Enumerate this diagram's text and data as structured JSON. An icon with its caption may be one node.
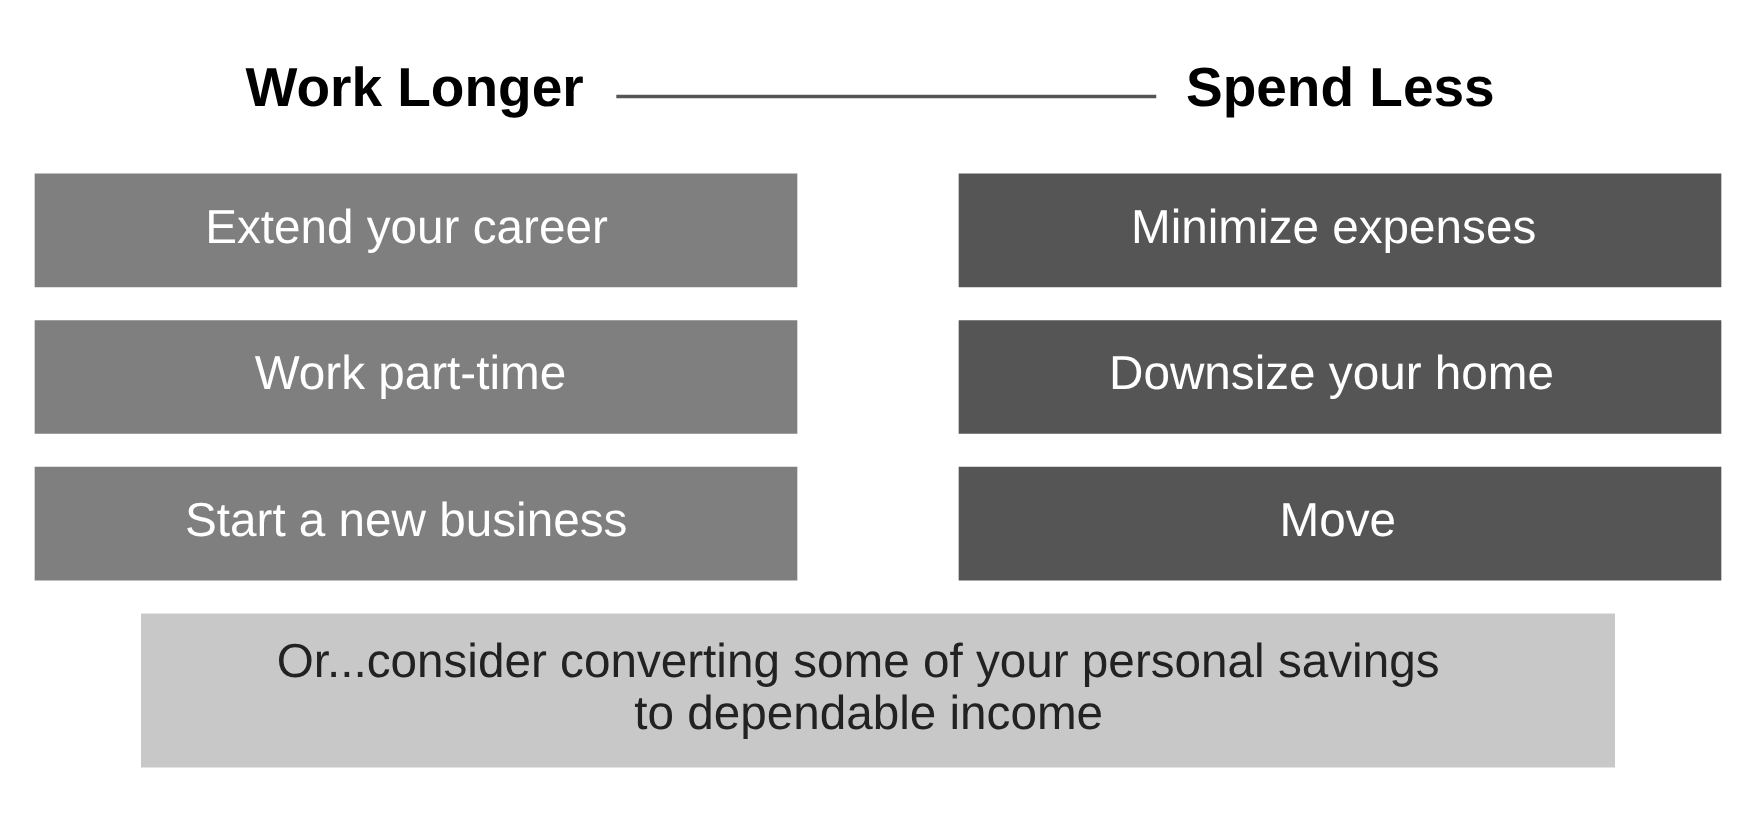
{
  "diagram": {
    "nodes": [
      {
        "text": [
          "Work Longer"
        ]
      },
      {
        "text": [
          "Extend your career"
        ]
      },
      {
        "text": [
          "Work part-time"
        ]
      },
      {
        "text": [
          "Start a new business"
        ]
      },
      {
        "text": [
          "Spend Less"
        ]
      },
      {
        "text": [
          "Minimize expenses"
        ]
      },
      {
        "text": [
          "Downsize your home"
        ]
      },
      {
        "text": [
          "Move"
        ]
      },
      {
        "text": [
          "Or...consider converting some of your personal savings to dependable income"
        ]
      }
    ],
    "edges": [
      {
        "from": 0,
        "to": 4,
        "arrow": "none"
      }
    ]
  }
}
